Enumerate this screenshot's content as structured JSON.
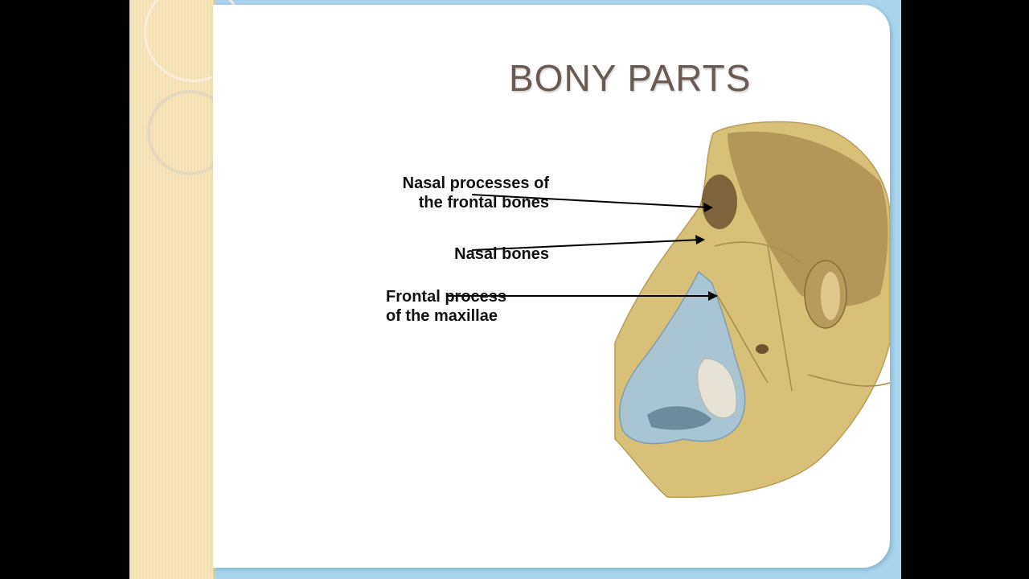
{
  "slide": {
    "title": "BONY PARTS",
    "labels": {
      "nasal_processes": [
        "Nasal processes of",
        "the frontal bones"
      ],
      "nasal_bones": "Nasal bones",
      "frontal_process": [
        "Frontal process",
        "of the maxillae"
      ]
    },
    "colors": {
      "background": "#000000",
      "slide_frame": "#a9d4ee",
      "left_band": "#f3dfae",
      "card": "#ffffff",
      "title": "#6b5a52",
      "bone": "#d8c079",
      "cartilage": "#a9c4d2"
    }
  }
}
